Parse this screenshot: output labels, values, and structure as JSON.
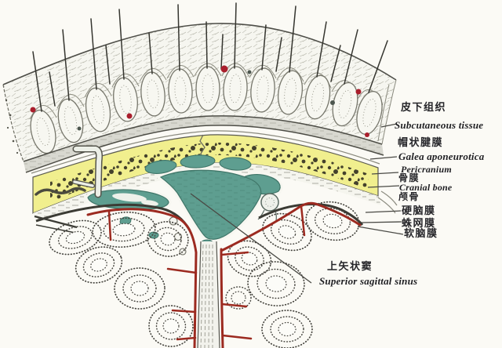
{
  "figure": {
    "description": "Coronal section through scalp, skull and superior sagittal sinus",
    "colors": {
      "background": "#fbfaf5",
      "bone_yellow": "#f1ef8e",
      "diploe_speckle": "#44412c",
      "sinus_teal": "#5e9e90",
      "vessel_red": "#9c2a20",
      "ink_gray": "#4a4a45"
    },
    "labels": {
      "subcutaneous": {
        "zh": "皮下组织",
        "en": "Subcutaneous tissue"
      },
      "galea": {
        "zh": "帽状腱膜",
        "en": "Galea aponeurotica"
      },
      "pericranium": {
        "zh": "骨膜",
        "en": "Pericranium"
      },
      "cranial_bone": {
        "zh": "颅骨",
        "en": "Cranial bone"
      },
      "dura": {
        "zh": "硬脑膜"
      },
      "arachnoid": {
        "zh": "蛛网膜"
      },
      "pia": {
        "zh": "软脑膜"
      },
      "sinus": {
        "zh": "上矢状窦",
        "en": "Superior sagittal sinus"
      }
    }
  }
}
